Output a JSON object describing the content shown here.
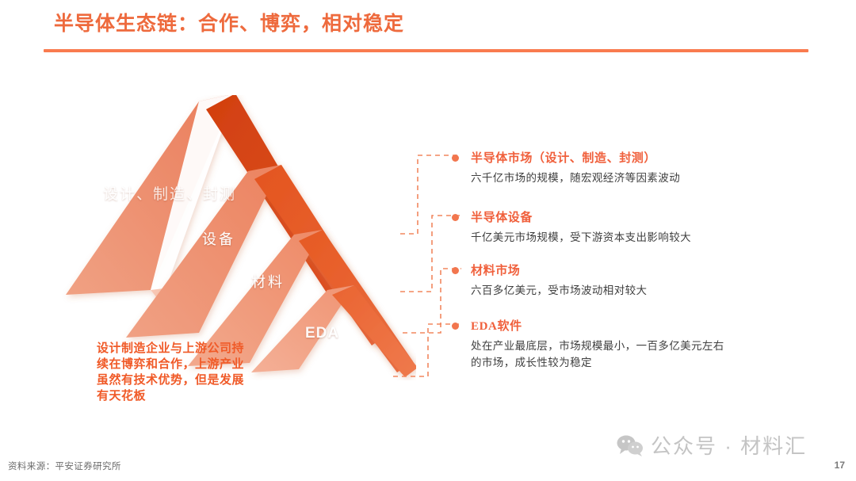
{
  "slide": {
    "title": "半导体生态链：合作、博弈，相对稳定",
    "page_number": "17",
    "source": "资料来源：平安证券研究所",
    "accent_color": "#EE6A3D",
    "rule_color": "#F97B4F",
    "pyramid_light": "#EE8B6B",
    "pyramid_dark": "#D9411A",
    "heading_color": "#F0603C",
    "body_color": "#3f3f3f"
  },
  "pyramid": {
    "layers": [
      {
        "label": "设计、制造、封测"
      },
      {
        "label": "设备"
      },
      {
        "label": "材料"
      },
      {
        "label": "EDA"
      }
    ]
  },
  "left_note": {
    "text": "设计制造企业与上游公司持续在博弈和合作，上游产业虽然有技术优势，但是发展有天花板"
  },
  "annotations": [
    {
      "heading": "半导体市场（设计、制造、封测）",
      "body": "六千亿市场的规模，随宏观经济等因素波动"
    },
    {
      "heading": "半导体设备",
      "body": "千亿美元市场规模，受下游资本支出影响较大"
    },
    {
      "heading": "材料市场",
      "body": "六百多亿美元，受市场波动相对较大"
    },
    {
      "heading": "EDA软件",
      "body": "处在产业最底层，市场规模最小，一百多亿美元左右的市场，成长性较为稳定"
    }
  ],
  "watermark": {
    "text": "公众号 · 材料汇",
    "icon": "wechat-icon"
  }
}
